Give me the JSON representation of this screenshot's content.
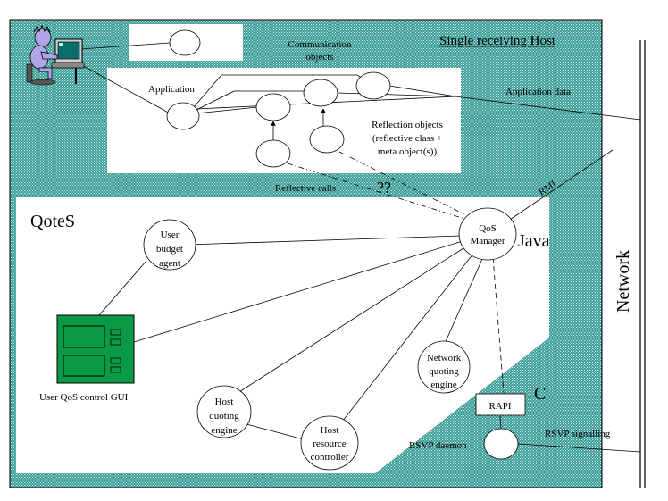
{
  "host_title": "Single receiving Host",
  "communication_objects": [
    "Communication",
    "objects"
  ],
  "application_label": "Application",
  "application_data_label": "Application data",
  "reflection_objects": [
    "Reflection objects",
    "(reflective class +",
    "meta object(s))"
  ],
  "reflective_calls": "Reflective calls",
  "question_marks": "??",
  "rmi_label": "RMI",
  "qotes_label": "QoteS",
  "java_label": "Java",
  "c_label": "C",
  "network_label": "Network",
  "nodes": {
    "qos_manager": [
      "QoS",
      "Manager"
    ],
    "user_budget_agent": [
      "User",
      "budget",
      "agent"
    ],
    "network_quoting_engine": [
      "Network",
      "quoting",
      "engine"
    ],
    "host_quoting_engine": [
      "Host",
      "quoting",
      "engine"
    ],
    "host_resource_controller": [
      "Host",
      "resource",
      "controller"
    ]
  },
  "gui_label": "User QoS control GUI",
  "rapi_label": "RAPI",
  "rsvp_daemon_label": "RSVP daemon",
  "rsvp_signalling_label": "RSVP signalling",
  "colors": {
    "teal": "#3a9e98",
    "gui_green": "#0a9a46"
  }
}
